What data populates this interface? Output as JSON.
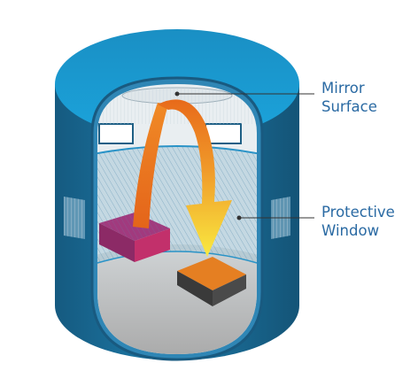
{
  "labels": {
    "mirror": {
      "line1": "Mirror",
      "line2": "Surface"
    },
    "window": {
      "line1": "Protective",
      "line2": "Window"
    }
  },
  "colors": {
    "cylinder_side": "#1d6e98",
    "cylinder_top": "#1b9ad1",
    "rim": "#2f86b5",
    "interior_floor": "#b8b8b8",
    "glass_tint": "#a5c7d6",
    "arrow_orange": "#e8701c",
    "arrow_yellow": "#f7e23a",
    "block_magenta": "#8c2a66",
    "block_orange": "#e57f22",
    "label_text": "#2a6aa3",
    "leader_line": "#333333"
  }
}
